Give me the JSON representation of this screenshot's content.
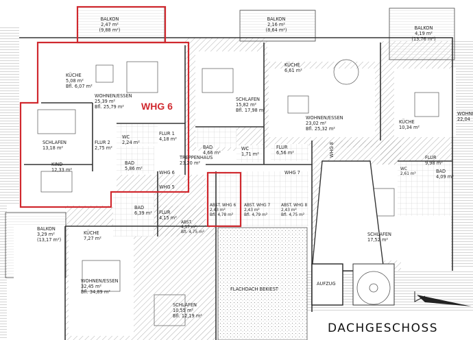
{
  "highlight_color": "#d0282e",
  "unit_label": "WHG 6",
  "floor_title": "DACHGESCHOSS",
  "stair_tags": [
    "WHG 6",
    "WHG 5",
    "WHG 7",
    "WHG 8"
  ],
  "elevator_label": "AUFZUG",
  "flat_roof_label": "FLACHDACH BEKIEST",
  "rooms": [
    {
      "name": "BALKON",
      "l1": "2,47 m²",
      "l2": "(9,88 m²)"
    },
    {
      "name": "KÜCHE",
      "l1": "5,08 m²",
      "l2": "Bfl. 6,07 m²"
    },
    {
      "name": "WOHNEN/ESSEN",
      "l1": "25,39 m²",
      "l2": "Bfl. 25,79 m²"
    },
    {
      "name": "SCHLAFEN",
      "l1": "13,18 m²",
      "l2": ""
    },
    {
      "name": "FLUR 2",
      "l1": "2,75 m²",
      "l2": ""
    },
    {
      "name": "FLUR 1",
      "l1": "4,18 m²",
      "l2": ""
    },
    {
      "name": "WC",
      "l1": "2,24 m²",
      "l2": ""
    },
    {
      "name": "BAD",
      "l1": "5,86 m²",
      "l2": ""
    },
    {
      "name": "KIND",
      "l1": "12,33 m²",
      "l2": ""
    },
    {
      "name": "BALKON",
      "l1": "2,16 m²",
      "l2": "(8,64 m²)"
    },
    {
      "name": "KÜCHE",
      "l1": "6,61 m²",
      "l2": ""
    },
    {
      "name": "SCHLAFEN",
      "l1": "15,82 m²",
      "l2": "Bfl. 17,98 m²"
    },
    {
      "name": "WOHNEN/ESSEN",
      "l1": "23,02 m²",
      "l2": "Bfl. 25,32 m²"
    },
    {
      "name": "BAD",
      "l1": "4,66 m²",
      "l2": ""
    },
    {
      "name": "WC",
      "l1": "1,71 m²",
      "l2": ""
    },
    {
      "name": "FLUR",
      "l1": "6,56 m²",
      "l2": ""
    },
    {
      "name": "BALKON",
      "l1": "4,19 m²",
      "l2": "(13,76 m²)"
    },
    {
      "name": "KÜCHE",
      "l1": "10,34 m²",
      "l2": ""
    },
    {
      "name": "WOHNEN",
      "l1": "22,04",
      "l2": ""
    },
    {
      "name": "FLUR",
      "l1": "9,98 m²",
      "l2": ""
    },
    {
      "name": "WC",
      "l1": "2,61 m²",
      "l2": ""
    },
    {
      "name": "BAD",
      "l1": "4,09 m²",
      "l2": ""
    },
    {
      "name": "SCHLAFEN",
      "l1": "17,52 m²",
      "l2": ""
    },
    {
      "name": "TREPPENHAUS",
      "l1": "23,20 m²",
      "l2": ""
    },
    {
      "name": "ABST. WHG 6",
      "l1": "2,43 m²",
      "l2": "Bfl. 4,78 m²"
    },
    {
      "name": "ABST. WHG 7",
      "l1": "2,43 m²",
      "l2": "Bfl. 4,79 m²"
    },
    {
      "name": "ABST. WHG 8",
      "l1": "2,43 m²",
      "l2": "Bfl. 4,75 m²"
    },
    {
      "name": "ABST.",
      "l1": "4,57 m²",
      "l2": "Bfl. 4,75 m²"
    },
    {
      "name": "BAD",
      "l1": "6,39 m²",
      "l2": ""
    },
    {
      "name": "FLUR",
      "l1": "4,15 m²",
      "l2": ""
    },
    {
      "name": "BALKON",
      "l1": "3,29 m²",
      "l2": "(13,17 m²)"
    },
    {
      "name": "KÜCHE",
      "l1": "7,27 m²",
      "l2": ""
    },
    {
      "name": "WOHNEN/ESSEN",
      "l1": "32,45 m²",
      "l2": "Bfl. 34,89 m²"
    },
    {
      "name": "SCHLAFEN",
      "l1": "10,55 m²",
      "l2": "Bfl. 12,19 m²"
    }
  ]
}
